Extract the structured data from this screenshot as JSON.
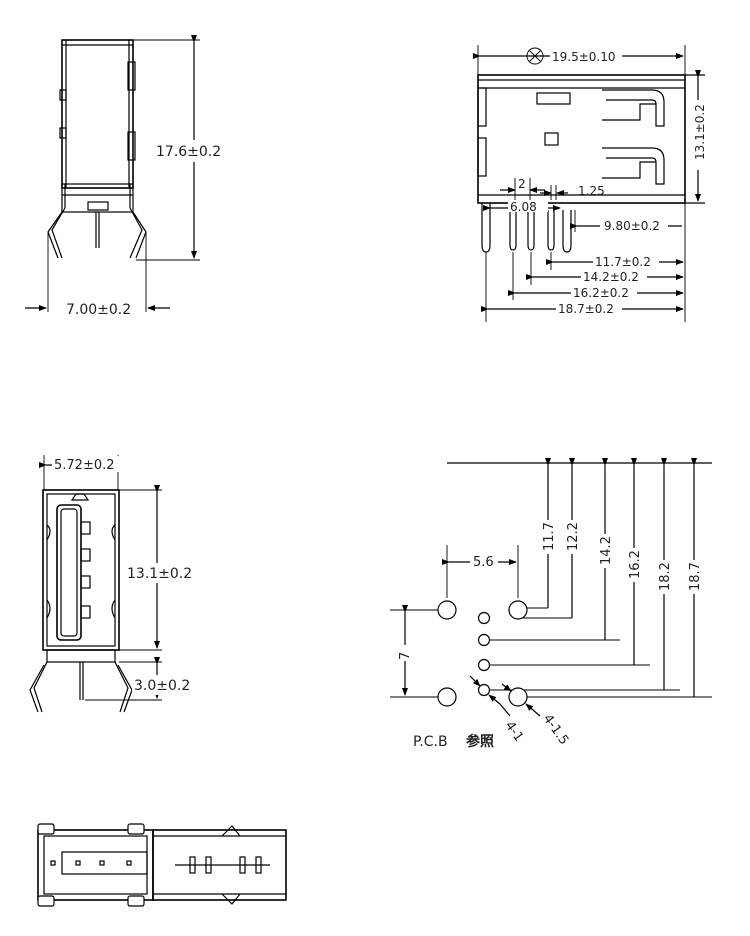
{
  "side_view": {
    "dim_height": "17.6±0.2",
    "dim_pin_span": "7.00±0.2"
  },
  "top_right_view": {
    "dim_width": "19.5±0.10",
    "dim_height": "13.1±0.2",
    "dim_pitch": "2",
    "dim_pin_width": "1.25",
    "dim_pin_offset": "6.08",
    "dim_d1": "9.80±0.2",
    "dim_d2": "11.7±0.2",
    "dim_d3": "14.2±0.2",
    "dim_d4": "16.2±0.2",
    "dim_d5": "18.7±0.2"
  },
  "front_view": {
    "dim_top": "5.72±0.2",
    "dim_height": "13.1±0.2",
    "dim_bottom": "3.0±0.2"
  },
  "pcb_view": {
    "dim_horizontal": "5.6",
    "dim_vertical": "7",
    "dims_vertical_stack": [
      "11.7",
      "12.2",
      "14.2",
      "16.2",
      "18.2",
      "18.7"
    ],
    "hole_small": "4-1",
    "hole_large": "4-1.5",
    "label_pcb": "P.C.B",
    "label_ref": "参照"
  }
}
